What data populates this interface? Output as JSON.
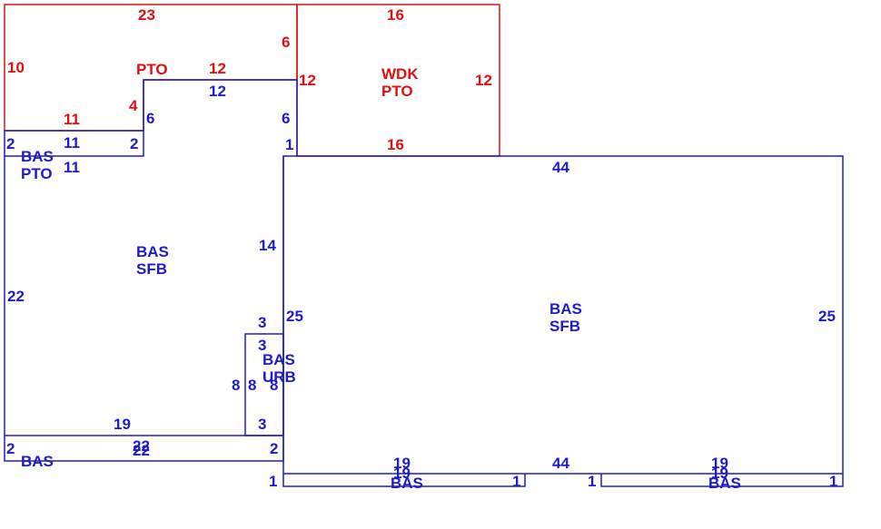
{
  "colors": {
    "blue": "#1c1cc8",
    "red": "#e01010",
    "background": "#ffffff"
  },
  "areas": {
    "pto_top": {
      "codes": [
        "PTO"
      ]
    },
    "wdk_pto": {
      "codes": [
        "WDK",
        "PTO"
      ]
    },
    "bas_pto_small": {
      "codes": [
        "BAS",
        "PTO"
      ]
    },
    "bas_sfb_left": {
      "codes": [
        "BAS",
        "SFB"
      ]
    },
    "bas_urb": {
      "codes": [
        "BAS",
        "URB"
      ]
    },
    "bas_sfb_right": {
      "codes": [
        "BAS",
        "SFB"
      ]
    },
    "bas_strip_left": {
      "codes": [
        "BAS"
      ]
    },
    "bas_strip_mid": {
      "codes": [
        "BAS"
      ]
    },
    "bas_strip_right": {
      "codes": [
        "BAS"
      ]
    }
  },
  "dimensions": {
    "pto_top_width": "23",
    "pto_left_height": "10",
    "pto_right_upper": "6",
    "pto_mid_step": "12",
    "pto_step_down": "4",
    "pto_bottom": "11",
    "wdk_top": "16",
    "wdk_left": "12",
    "wdk_right": "12",
    "wdk_bottom": "16",
    "upper_inner_top": "12",
    "upper_inner_left": "6",
    "upper_inner_right": "6",
    "small_left": "2",
    "small_top": "11",
    "small_right": "2",
    "small_bottom": "11",
    "gap_one": "1",
    "left_height": "22",
    "left_right_upper": "14",
    "urb_top": "3",
    "urb_inner_top": "3",
    "urb_left": "8",
    "urb_inner_left": "8",
    "urb_right": "8",
    "urb_bottom": "3",
    "left_bottom": "19",
    "right_top": "44",
    "right_left": "25",
    "right_right": "25",
    "right_bottom": "44",
    "strip_left_left": "2",
    "strip_left_top": "22",
    "strip_left_bottom": "22",
    "strip_left_right": "2",
    "strip_mid_left": "1",
    "strip_mid_top": "19",
    "strip_mid_bottom": "19",
    "strip_mid_right": "1",
    "strip_right_left": "1",
    "strip_right_top": "19",
    "strip_right_bottom": "19",
    "strip_right_right": "1"
  }
}
